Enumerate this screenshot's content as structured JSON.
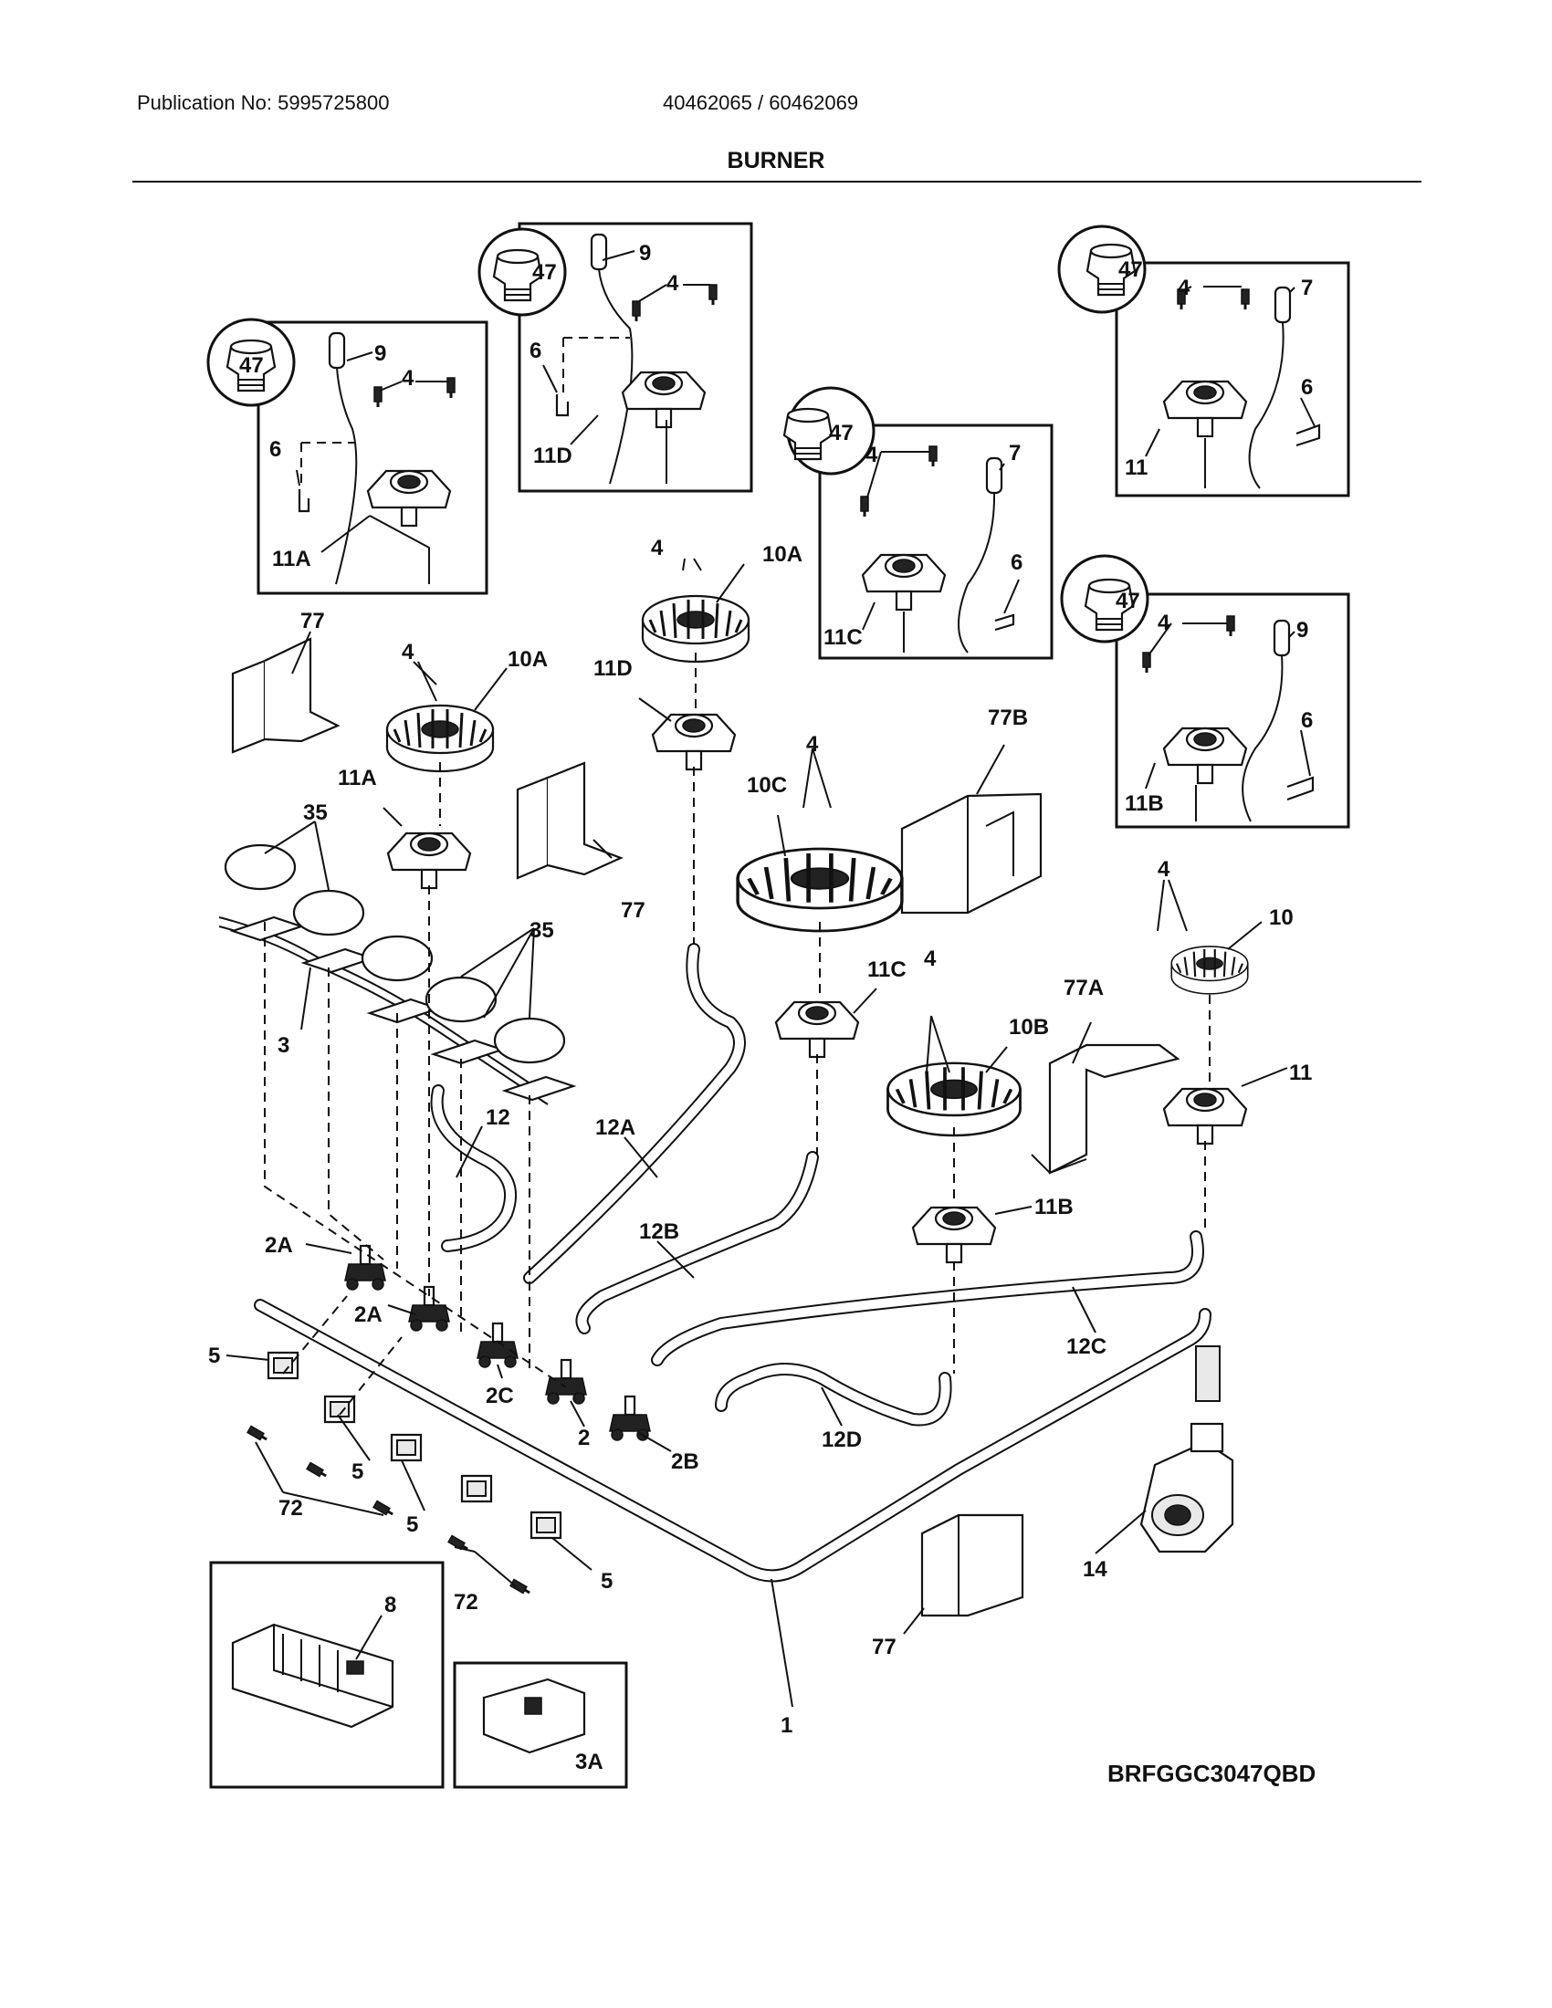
{
  "header": {
    "publication": "Publication No: 5995725800",
    "models": "40462065 / 60462069",
    "title": "BURNER"
  },
  "drawing_code": "BRFGGC3047QBD",
  "callouts": {
    "c47a": "47",
    "c9a": "9",
    "c4a": "4",
    "c6a": "6",
    "c11Aa": "11A",
    "c47b": "47",
    "c9b": "9",
    "c4b": "4",
    "c6b": "6",
    "c11Db": "11D",
    "c47c": "47",
    "c4c": "4",
    "c7c": "7",
    "c6c": "6",
    "c11Cc": "11C",
    "c47d": "47",
    "c4d": "4",
    "c7d": "7",
    "c6d": "6",
    "c11d": "11",
    "c47e": "47",
    "c4e": "4",
    "c9e": "9",
    "c6e": "6",
    "c11Be": "11B",
    "c77a": "77",
    "c4f": "4",
    "c10Af": "10A",
    "c11Af": "11A",
    "c35a": "35",
    "c77b": "77",
    "c4g": "4",
    "c10Ag": "10A",
    "c11Dg": "11D",
    "c4h": "4",
    "c10Ch": "10C",
    "c77Bh": "77B",
    "c35b": "35",
    "c3": "3",
    "c11Ci": "11C",
    "c4i": "4",
    "c10Bi": "10B",
    "c77Ai": "77A",
    "c4j": "4",
    "c10j": "10",
    "c11j": "11",
    "c12": "12",
    "c12A": "12A",
    "c12B": "12B",
    "c11Bk": "11B",
    "c2Aa": "2A",
    "c2Ab": "2A",
    "c5a": "5",
    "c2C": "2C",
    "c2": "2",
    "c2B": "2B",
    "c12C": "12C",
    "c12D": "12D",
    "c72a": "72",
    "c5b": "5",
    "c5c": "5",
    "c5d": "5",
    "c72b": "72",
    "c14": "14",
    "c77c": "77",
    "c8": "8",
    "c1": "1",
    "c3A": "3A"
  }
}
